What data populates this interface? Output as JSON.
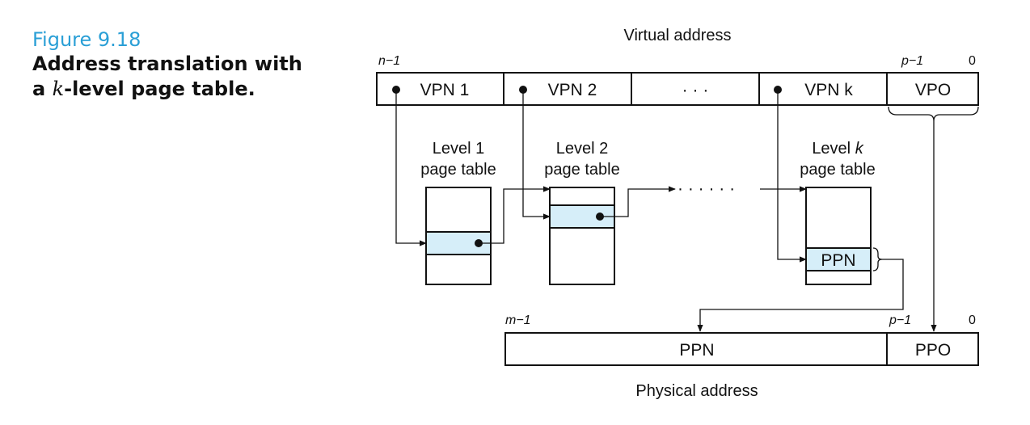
{
  "figure": {
    "number": "Figure 9.18",
    "title_line1": "Address translation with",
    "title_pre": "a ",
    "title_k": "k",
    "title_post": "-level page table."
  },
  "virtual_address": {
    "label": "Virtual address",
    "high_bit": "n−1",
    "vpo_high_bit": "p−1",
    "low_bit": "0",
    "fields": [
      "VPN 1",
      "VPN 2",
      "· · ·",
      "VPN k",
      "VPO"
    ]
  },
  "page_tables": [
    {
      "line1": "Level 1",
      "line2": "page table"
    },
    {
      "line1": "Level 2",
      "line2": "page table"
    },
    {
      "line1_prefix": "Level ",
      "line1_var": "k",
      "line2": "page table",
      "entry": "PPN"
    }
  ],
  "ellipsis": "· · ·   · · ·",
  "physical_address": {
    "label": "Physical address",
    "high_bit": "m−1",
    "ppo_high_bit": "p−1",
    "low_bit": "0",
    "fields": [
      "PPN",
      "PPO"
    ]
  },
  "colors": {
    "caption_number": "#2a9fd6",
    "entry_highlight": "#d6eef9"
  }
}
